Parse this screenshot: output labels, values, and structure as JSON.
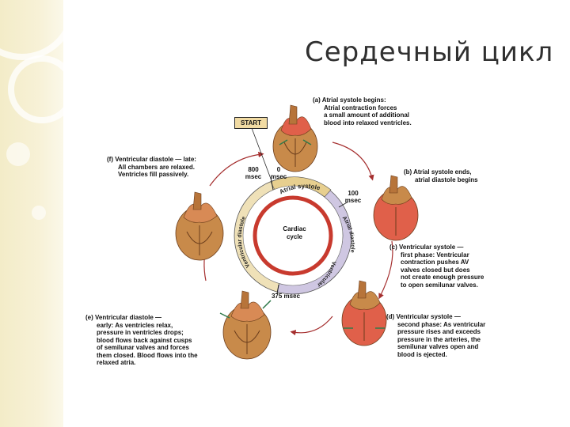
{
  "slide": {
    "title": "Сердечный цикл"
  },
  "diagram": {
    "start_label": "START",
    "center_label": "Cardiac\ncycle",
    "ring_labels": {
      "atrial_systole": "Atrial systole",
      "atrial_diastole": "Atrial diastole",
      "ventricular_systole": "Ventricular systole",
      "ventricular_diastole": "Ventricular diastole"
    },
    "times": {
      "t0": "0\nmsec",
      "t800": "800\nmsec",
      "t100": "100\nmsec",
      "t375": "375 msec"
    },
    "stages": [
      {
        "tag": "(a)",
        "title": "Atrial systole begins:",
        "body": "Atrial contraction forces\na small amount of additional\nblood into relaxed ventricles."
      },
      {
        "tag": "(b)",
        "title": "Atrial systole ends,",
        "body": "atrial diastole begins"
      },
      {
        "tag": "(c)",
        "title": "Ventricular systole —",
        "body": "first phase: Ventricular\ncontraction pushes AV\nvalves closed but does\nnot create enough pressure\nto open semilunar valves."
      },
      {
        "tag": "(d)",
        "title": "Ventricular systole —",
        "body": "second phase: As ventricular\npressure rises and exceeds\npressure in the arteries, the\nsemilunar valves open and\nblood is ejected."
      },
      {
        "tag": "(e)",
        "title": "Ventricular diastole —",
        "body": "early: As ventricles relax,\npressure in ventricles drops;\nblood flows back against cusps\nof semilunar valves and forces\nthem closed. Blood flows into the\nrelaxed atria."
      },
      {
        "tag": "(f)",
        "title": "Ventricular diastole — late:",
        "body": "All chambers are relaxed.\nVentricles fill passively."
      }
    ]
  },
  "colors": {
    "ring_red": "#c83a2e",
    "ring_tan": "#e7cf8f",
    "ring_lavender": "#c9c2de",
    "heart_tan": "#c88a4a",
    "heart_red": "#e0604a",
    "arrow_red": "#a52f2f",
    "arrow_green": "#2f7a4a"
  }
}
